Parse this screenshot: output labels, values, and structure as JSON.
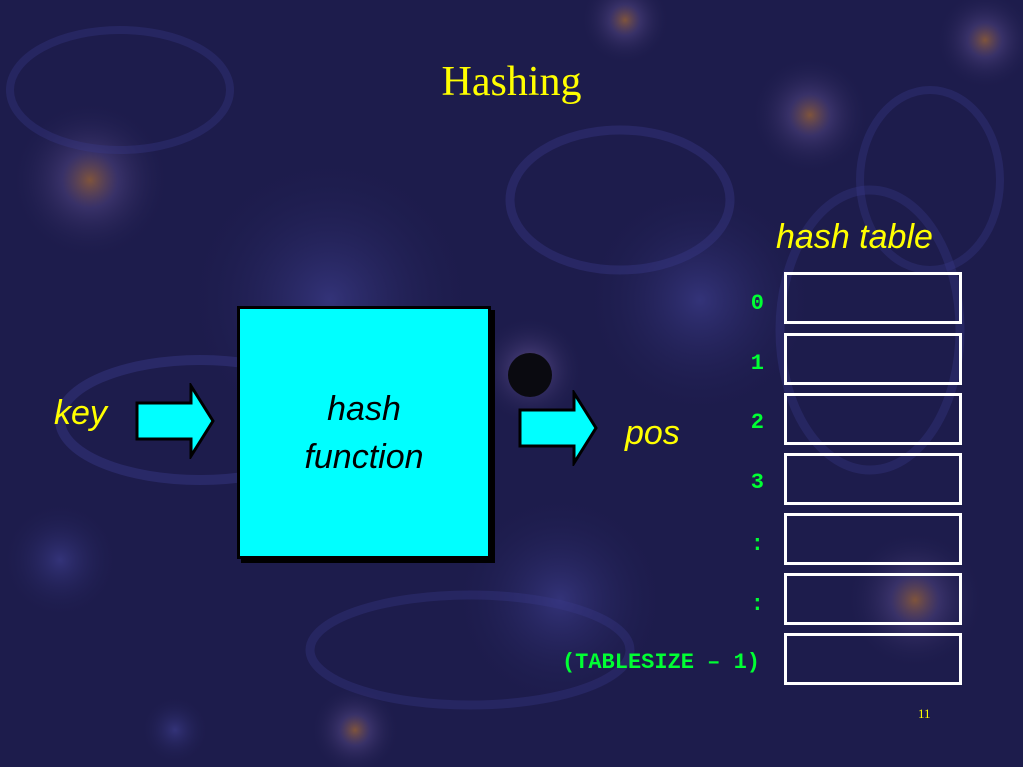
{
  "slide": {
    "title": "Hashing",
    "page_number": "11"
  },
  "diagram": {
    "input_label": "key",
    "function_label": "hash\nfunction",
    "output_label": "pos",
    "table_label": "hash table",
    "table_indices": [
      "0",
      "1",
      "2",
      "3",
      ":",
      ":",
      "(TABLESIZE – 1)"
    ]
  },
  "colors": {
    "background": "#1c1b4a",
    "title": "#ffff00",
    "box_fill": "#00ffff",
    "index_text": "#00ff33",
    "slot_border": "#ffffff"
  }
}
